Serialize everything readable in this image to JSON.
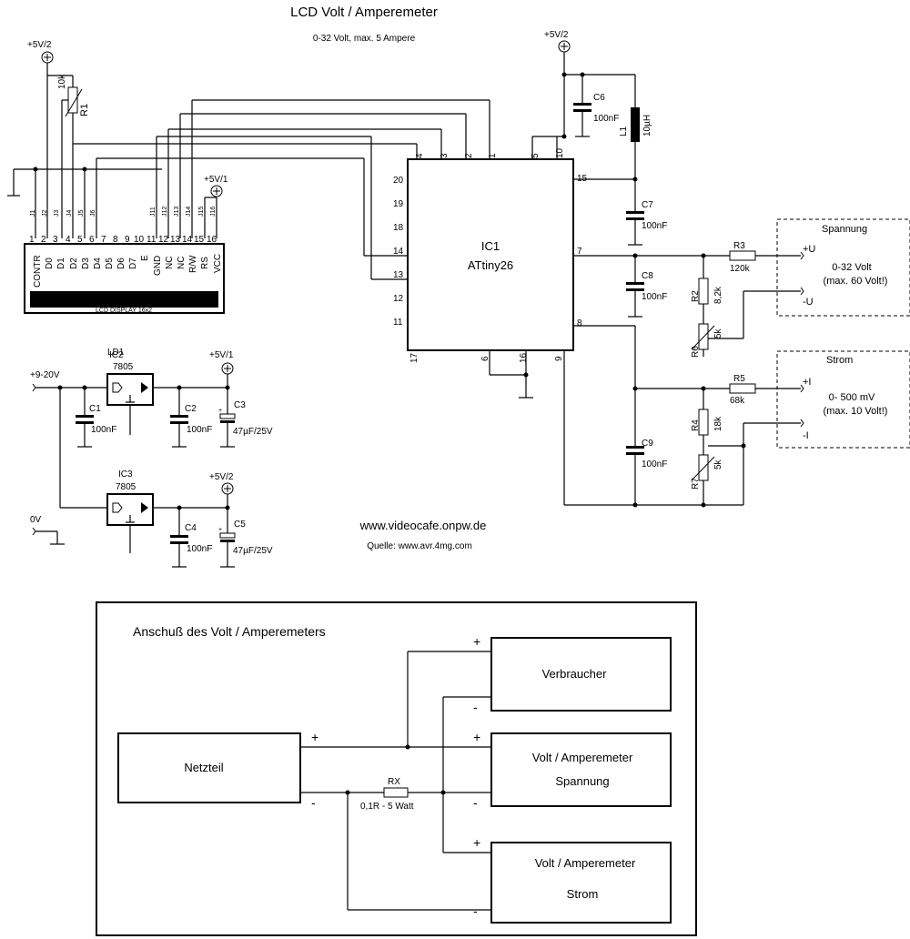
{
  "title": "LCD Volt / Amperemeter",
  "subtitle": "0-32 Volt, max. 5 Ampere",
  "website": "www.videocafe.onpw.de",
  "source": "Quelle: www.avr.4mg.com",
  "supply_labels": {
    "vcc2": "+5V/2",
    "vcc1": "+5V/1",
    "input": "+9-20V",
    "ground": "0V"
  },
  "lcd": {
    "label": "LCD DISPLAY 16x2",
    "pin_numbers": [
      "1",
      "2",
      "3",
      "4",
      "5",
      "6",
      "7",
      "8",
      "9",
      "10",
      "11",
      "12",
      "13",
      "14",
      "15",
      "16"
    ],
    "pin_names": [
      "CONTR",
      "D0",
      "D1",
      "D2",
      "D3",
      "D4",
      "D5",
      "D6",
      "D7",
      "E",
      "GND",
      "NC",
      "NC",
      "R/W",
      "RS",
      "VCC"
    ],
    "jumpers": [
      "J1",
      "J2",
      "J3",
      "J4",
      "J5",
      "J6",
      "J11",
      "J12",
      "J13",
      "J14",
      "J15",
      "J16"
    ]
  },
  "ic1": {
    "name": "IC1",
    "part": "ATtiny26",
    "pins_top": [
      "4",
      "3",
      "2",
      "1",
      "5",
      "10"
    ],
    "pins_left": [
      "20",
      "19",
      "18",
      "14",
      "13",
      "12",
      "11"
    ],
    "pins_right": [
      "15",
      "7",
      "8"
    ],
    "pins_bottom": [
      "17",
      "6",
      "16",
      "9"
    ]
  },
  "components": {
    "r1": {
      "ref": "R1",
      "value": "10k"
    },
    "r2": {
      "ref": "R2",
      "value": "8,2k"
    },
    "r3": {
      "ref": "R3",
      "value": "120k"
    },
    "r4": {
      "ref": "R4",
      "value": "18k"
    },
    "r5": {
      "ref": "R5",
      "value": "68k"
    },
    "r6": {
      "ref": "R6",
      "value": "5k"
    },
    "r7": {
      "ref": "R7",
      "value": "5k"
    },
    "c1": {
      "ref": "C1",
      "value": "100nF"
    },
    "c2": {
      "ref": "C2",
      "value": "100nF"
    },
    "c3": {
      "ref": "C3",
      "value": "47µF/25V"
    },
    "c4": {
      "ref": "C4",
      "value": "100nF"
    },
    "c5": {
      "ref": "C5",
      "value": "47µF/25V"
    },
    "c6": {
      "ref": "C6",
      "value": "100nF"
    },
    "c7": {
      "ref": "C7",
      "value": "100nF"
    },
    "c8": {
      "ref": "C8",
      "value": "100nF"
    },
    "c9": {
      "ref": "C9",
      "value": "100nF"
    },
    "l1": {
      "ref": "L1",
      "value": "10µH"
    },
    "ic2": {
      "ref": "IC2",
      "value": "7805",
      "overlap": "LD1"
    },
    "ic3": {
      "ref": "IC3",
      "value": "7805"
    }
  },
  "spannung": {
    "title": "Spannung",
    "plus": "+U",
    "minus": "-U",
    "range": "0-32 Volt",
    "max": "(max. 60 Volt!)"
  },
  "strom": {
    "title": "Strom",
    "plus": "+I",
    "minus": "-I",
    "range": "0- 500 mV",
    "max": "(max. 10 Volt!)"
  },
  "connection": {
    "title": "Anschuß des Volt / Amperemeters",
    "netzteil": "Netzteil",
    "verbraucher": "Verbraucher",
    "meter_line1": "Volt / Amperemeter",
    "meter_spannung": "Spannung",
    "meter_strom": "Strom",
    "rx": "RX",
    "rx_value": "0,1R - 5 Watt",
    "plus": "+",
    "minus": "-"
  }
}
